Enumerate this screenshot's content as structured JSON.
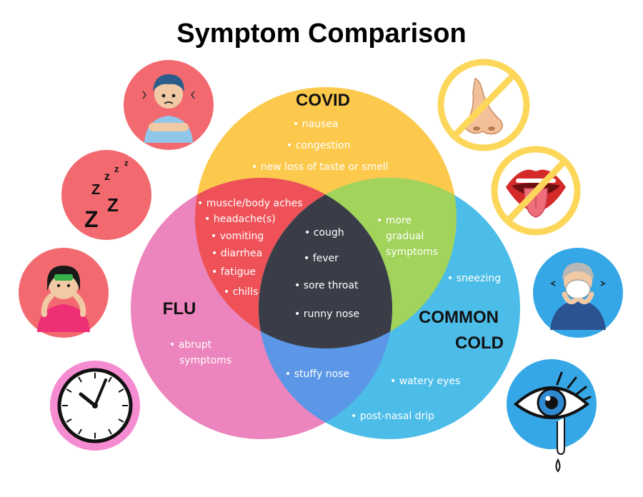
{
  "title": "Symptom Comparison",
  "sets": {
    "covid": {
      "label": "COVID",
      "color": "#fcc94d"
    },
    "flu": {
      "label": "FLU",
      "color": "#ec84bd"
    },
    "cold": {
      "label_line1": "COMMON",
      "label_line2": "COLD",
      "color": "#4cbde8"
    }
  },
  "overlap_colors": {
    "covid_flu": "#ee5158",
    "covid_cold": "#a2d35a",
    "flu_cold": "#5b97e6",
    "all": "#3a3d47"
  },
  "items": {
    "covid_only": [
      "nausea",
      "congestion",
      "new loss of taste or smell"
    ],
    "covid_flu": [
      "muscle/body aches",
      "headache(s)",
      "vomiting",
      "diarrhea",
      "fatigue",
      "chills"
    ],
    "covid_cold": [
      "more",
      "gradual",
      "symptoms"
    ],
    "all_three": [
      "cough",
      "fever",
      "sore throat",
      "runny nose"
    ],
    "flu_only": [
      "abrupt",
      "symptoms"
    ],
    "flu_cold": [
      "stuffy nose"
    ],
    "cold_only": [
      "sneezing",
      "watery eyes",
      "post-nasal drip"
    ]
  },
  "icons": {
    "left": [
      "chills-person-icon",
      "sleep-zzz-icon",
      "sick-person-icon",
      "clock-icon"
    ],
    "right": [
      "no-smell-nose-icon",
      "no-taste-tongue-icon",
      "sneezing-person-icon",
      "watery-eye-icon"
    ],
    "zzz_text": "z z z Z Z"
  }
}
